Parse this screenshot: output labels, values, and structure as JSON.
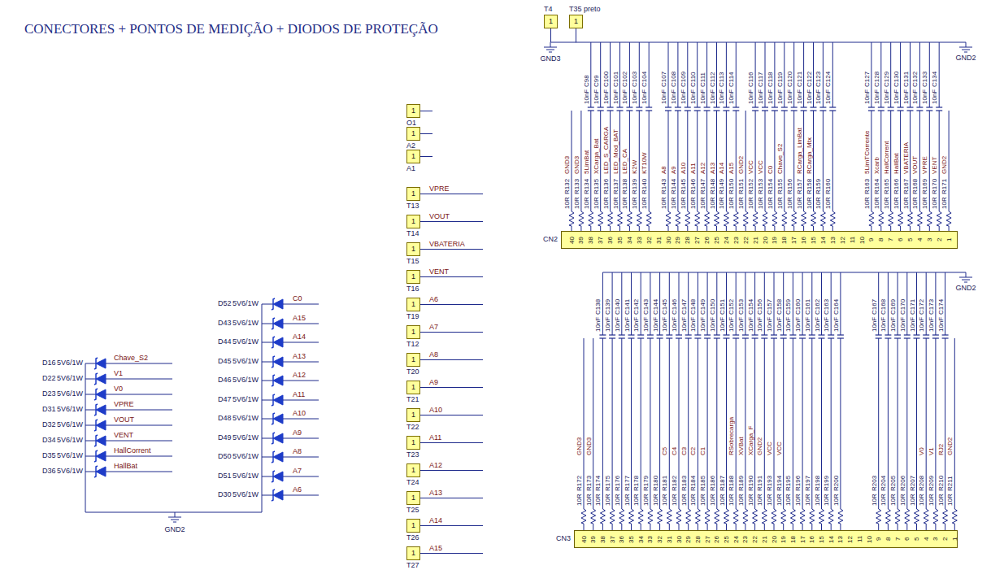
{
  "diagram": {
    "title": "CONECTORES + PONTOS DE MEDIÇÃO + DIODOS DE PROTEÇÃO",
    "nodes": [
      {
        "text": [
          "1",
          "T4"
        ]
      },
      {
        "text": [
          "1",
          "T35 preto"
        ]
      },
      {
        "text": [
          "1",
          "O1"
        ]
      },
      {
        "text": [
          "1",
          "A2"
        ]
      },
      {
        "text": [
          "1",
          "A1"
        ]
      },
      {
        "text": [
          "1",
          "T13"
        ]
      },
      {
        "text": [
          "1",
          "T14"
        ]
      },
      {
        "text": [
          "1",
          "T15"
        ]
      },
      {
        "text": [
          "1",
          "T16"
        ]
      },
      {
        "text": [
          "1",
          "T19"
        ]
      },
      {
        "text": [
          "1",
          "T12"
        ]
      },
      {
        "text": [
          "1",
          "T20"
        ]
      },
      {
        "text": [
          "1",
          "T21"
        ]
      },
      {
        "text": [
          "1",
          "T22"
        ]
      },
      {
        "text": [
          "1",
          "T23"
        ]
      },
      {
        "text": [
          "1",
          "T24"
        ]
      },
      {
        "text": [
          "1",
          "T25"
        ]
      },
      {
        "text": [
          "1",
          "T26"
        ]
      },
      {
        "text": [
          "1",
          "T27"
        ]
      },
      {
        "text": [
          "40",
          "39",
          "38",
          "37",
          "36",
          "35",
          "34",
          "33",
          "32",
          "31",
          "30",
          "29",
          "28",
          "27",
          "26",
          "25",
          "24",
          "23",
          "22",
          "21",
          "20",
          "19",
          "18",
          "17",
          "16",
          "15",
          "14",
          "13",
          "12",
          "11",
          "10",
          "9",
          "8",
          "7",
          "6",
          "5",
          "4",
          "3",
          "2",
          "1",
          "CN2"
        ]
      },
      {
        "text": [
          "40",
          "39",
          "38",
          "37",
          "36",
          "35",
          "34",
          "33",
          "32",
          "31",
          "30",
          "29",
          "28",
          "27",
          "26",
          "25",
          "24",
          "23",
          "22",
          "21",
          "20",
          "19",
          "18",
          "17",
          "16",
          "15",
          "14",
          "13",
          "12",
          "11",
          "10",
          "9",
          "8",
          "7",
          "6",
          "5",
          "4",
          "3",
          "2",
          "1",
          "CN3"
        ]
      }
    ],
    "edges": [
      {
        "from": 0,
        "to": 1,
        "arrow": "none"
      }
    ],
    "labels": [
      "D16",
      "5V6/1W",
      "Chave_S2",
      "D22",
      "5V6/1W",
      "V1",
      "D23",
      "5V6/1W",
      "V0",
      "D31",
      "5V6/1W",
      "VPRE",
      "D32",
      "5V6/1W",
      "VOUT",
      "D34",
      "5V6/1W",
      "VENT",
      "D35",
      "5V6/1W",
      "HallCorrent",
      "D36",
      "5V6/1W",
      "HallBat",
      "GND2",
      "D52",
      "5V6/1W",
      "C0",
      "D43",
      "5V6/1W",
      "A15",
      "D44",
      "5V6/1W",
      "A14",
      "D45",
      "5V6/1W",
      "A13",
      "D46",
      "5V6/1W",
      "A12",
      "D47",
      "5V6/1W",
      "A11",
      "D48",
      "5V6/1W",
      "A10",
      "D49",
      "5V6/1W",
      "A9",
      "D50",
      "5V6/1W",
      "A8",
      "D51",
      "5V6/1W",
      "A7",
      "D30",
      "5V6/1W",
      "A6",
      "VPRE",
      "VOUT",
      "VBATERIA",
      "VENT",
      "A6",
      "A7",
      "A8",
      "A9",
      "A10",
      "A11",
      "A12",
      "A13",
      "A14",
      "A15",
      "GND3",
      "GND2",
      "GND2",
      "GND3",
      "10R",
      "R132",
      "GND3",
      "10R",
      "R133",
      "10nF",
      "C98",
      "5LimBat",
      "10R",
      "R134",
      "10nF",
      "C99",
      "XCarga_Bat",
      "10R",
      "R135",
      "10nF",
      "C100",
      "LED_S_CARGA",
      "10R",
      "R136",
      "10nF",
      "C101",
      "LED_Mod_BAT",
      "10R",
      "R137",
      "10nF",
      "C102",
      "LED_CA",
      "10R",
      "R138",
      "10nF",
      "C103",
      "K2W",
      "10R",
      "R139",
      "10nF",
      "C104",
      "KT10W",
      "10R",
      "R140",
      "10nF",
      "C107",
      "A8",
      "10R",
      "R143",
      "10nF",
      "C108",
      "A9",
      "10R",
      "R144",
      "10nF",
      "C109",
      "A10",
      "10R",
      "R145",
      "10nF",
      "C110",
      "A11",
      "10R",
      "R146",
      "10nF",
      "C111",
      "A12",
      "10R",
      "R147",
      "10nF",
      "C112",
      "A13",
      "10R",
      "R148",
      "10nF",
      "C113",
      "A14",
      "10R",
      "R149",
      "10nF",
      "C114",
      "A15",
      "10R",
      "R150",
      "GND2",
      "10R",
      "R151",
      "10nF",
      "C116",
      "VCC",
      "10R",
      "R152",
      "10nF",
      "C117",
      "VCC",
      "10R",
      "R153",
      "10nF",
      "C118",
      "C0",
      "10R",
      "R154",
      "10nF",
      "C119",
      "Chave_S2",
      "10R",
      "R155",
      "10nF",
      "C120",
      "10R",
      "R156",
      "10nF",
      "C121",
      "RCarga_LimBat",
      "10R",
      "R157",
      "10nF",
      "C122",
      "RCarga_Mtx",
      "10R",
      "R158",
      "10nF",
      "C123",
      "10R",
      "R159",
      "10nF",
      "C124",
      "10R",
      "R160",
      "10nF",
      "C127",
      "5LimTCorrente",
      "10R",
      "R163",
      "10nF",
      "C128",
      "Xcarb",
      "10R",
      "R164",
      "10nF",
      "C129",
      "HallCorrent",
      "10R",
      "R165",
      "10nF",
      "C130",
      "HallBat",
      "10R",
      "R166",
      "10nF",
      "C131",
      "VBATERIA",
      "10R",
      "R167",
      "10nF",
      "C132",
      "VOUT",
      "10R",
      "R168",
      "10nF",
      "C133",
      "VPRE",
      "10R",
      "R169",
      "10nF",
      "C134",
      "VENT",
      "10R",
      "R170",
      "GND2",
      "10R",
      "R171",
      "GND3",
      "10R",
      "R172",
      "GND3",
      "10R",
      "R173",
      "10nF",
      "C138",
      "10R",
      "R174",
      "10nF",
      "C139",
      "10R",
      "R175",
      "10nF",
      "C140",
      "10R",
      "R176",
      "10nF",
      "C141",
      "10R",
      "R177",
      "10nF",
      "C142",
      "10R",
      "R178",
      "10nF",
      "C143",
      "10R",
      "R179",
      "10nF",
      "C144",
      "10R",
      "R180",
      "10nF",
      "C145",
      "C5",
      "10R",
      "R181",
      "10nF",
      "C146",
      "C4",
      "10R",
      "R182",
      "10nF",
      "C147",
      "C3",
      "10R",
      "R183",
      "10nF",
      "C148",
      "C2",
      "10R",
      "R184",
      "10nF",
      "C149",
      "C1",
      "10R",
      "R185",
      "10nF",
      "C150",
      "10R",
      "R186",
      "10nF",
      "C151",
      "10R",
      "R187",
      "10nF",
      "C152",
      "RSobrecarga",
      "10R",
      "R188",
      "10nF",
      "C153",
      "XVBat",
      "10R",
      "R189",
      "10nF",
      "C154",
      "XCarga_F",
      "10R",
      "R190",
      "10nF",
      "C156",
      "GND2",
      "10R",
      "R191",
      "10nF",
      "C157",
      "VCC",
      "10R",
      "R193",
      "10nF",
      "C158",
      "VCC",
      "10R",
      "R194",
      "10nF",
      "C159",
      "10R",
      "R195",
      "10nF",
      "C160",
      "10R",
      "R196",
      "10nF",
      "C161",
      "10R",
      "R197",
      "10nF",
      "C162",
      "10R",
      "R198",
      "10nF",
      "C163",
      "10R",
      "R199",
      "10nF",
      "C164",
      "10R",
      "R200",
      "10nF",
      "C167",
      "10R",
      "R203",
      "10nF",
      "C168",
      "10R",
      "R204",
      "10nF",
      "C169",
      "10R",
      "R205",
      "10nF",
      "C170",
      "10R",
      "R206",
      "10nF",
      "C171",
      "10R",
      "R207",
      "10nF",
      "C172",
      "V0",
      "10R",
      "R208",
      "10nF",
      "C173",
      "V1",
      "10R",
      "R209",
      "10nF",
      "C174",
      "RJ2",
      "10R",
      "R210",
      "GND2",
      "10R",
      "R211"
    ]
  }
}
